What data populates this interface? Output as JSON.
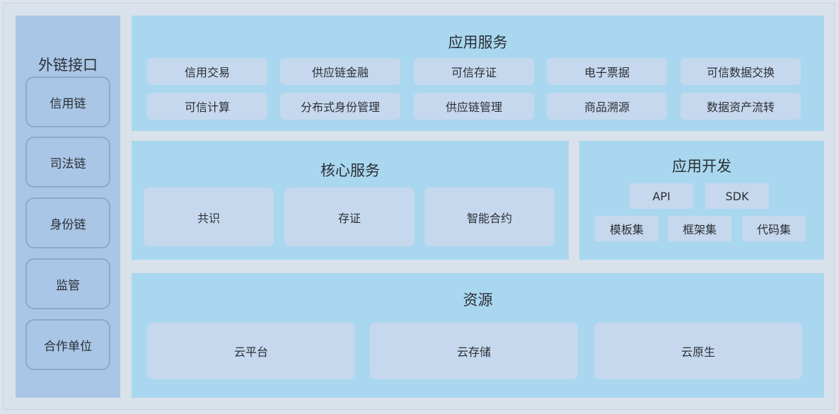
{
  "sidebar": {
    "title": "外链接口",
    "items": [
      "信用链",
      "司法链",
      "身份链",
      "监管",
      "合作单位"
    ]
  },
  "app_services": {
    "title": "应用服务",
    "row1": [
      "信用交易",
      "供应链金融",
      "可信存证",
      "电子票据",
      "可信数据交换"
    ],
    "row2": [
      "可信计算",
      "分布式身份管理",
      "供应链管理",
      "商品溯源",
      "数据资产流转"
    ]
  },
  "core_services": {
    "title": "核心服务",
    "items": [
      "共识",
      "存证",
      "智能合约"
    ]
  },
  "app_dev": {
    "title": "应用开发",
    "row1": [
      "API",
      "SDK"
    ],
    "row2": [
      "模板集",
      "框架集",
      "代码集"
    ]
  },
  "resources": {
    "title": "资源",
    "items": [
      "云平台",
      "云存储",
      "云原生"
    ]
  },
  "colors": {
    "panel": "#a9d7ef",
    "sidebar": "#a9c6e6",
    "tile": "#c6d8ed",
    "background": "#dde3ec"
  }
}
